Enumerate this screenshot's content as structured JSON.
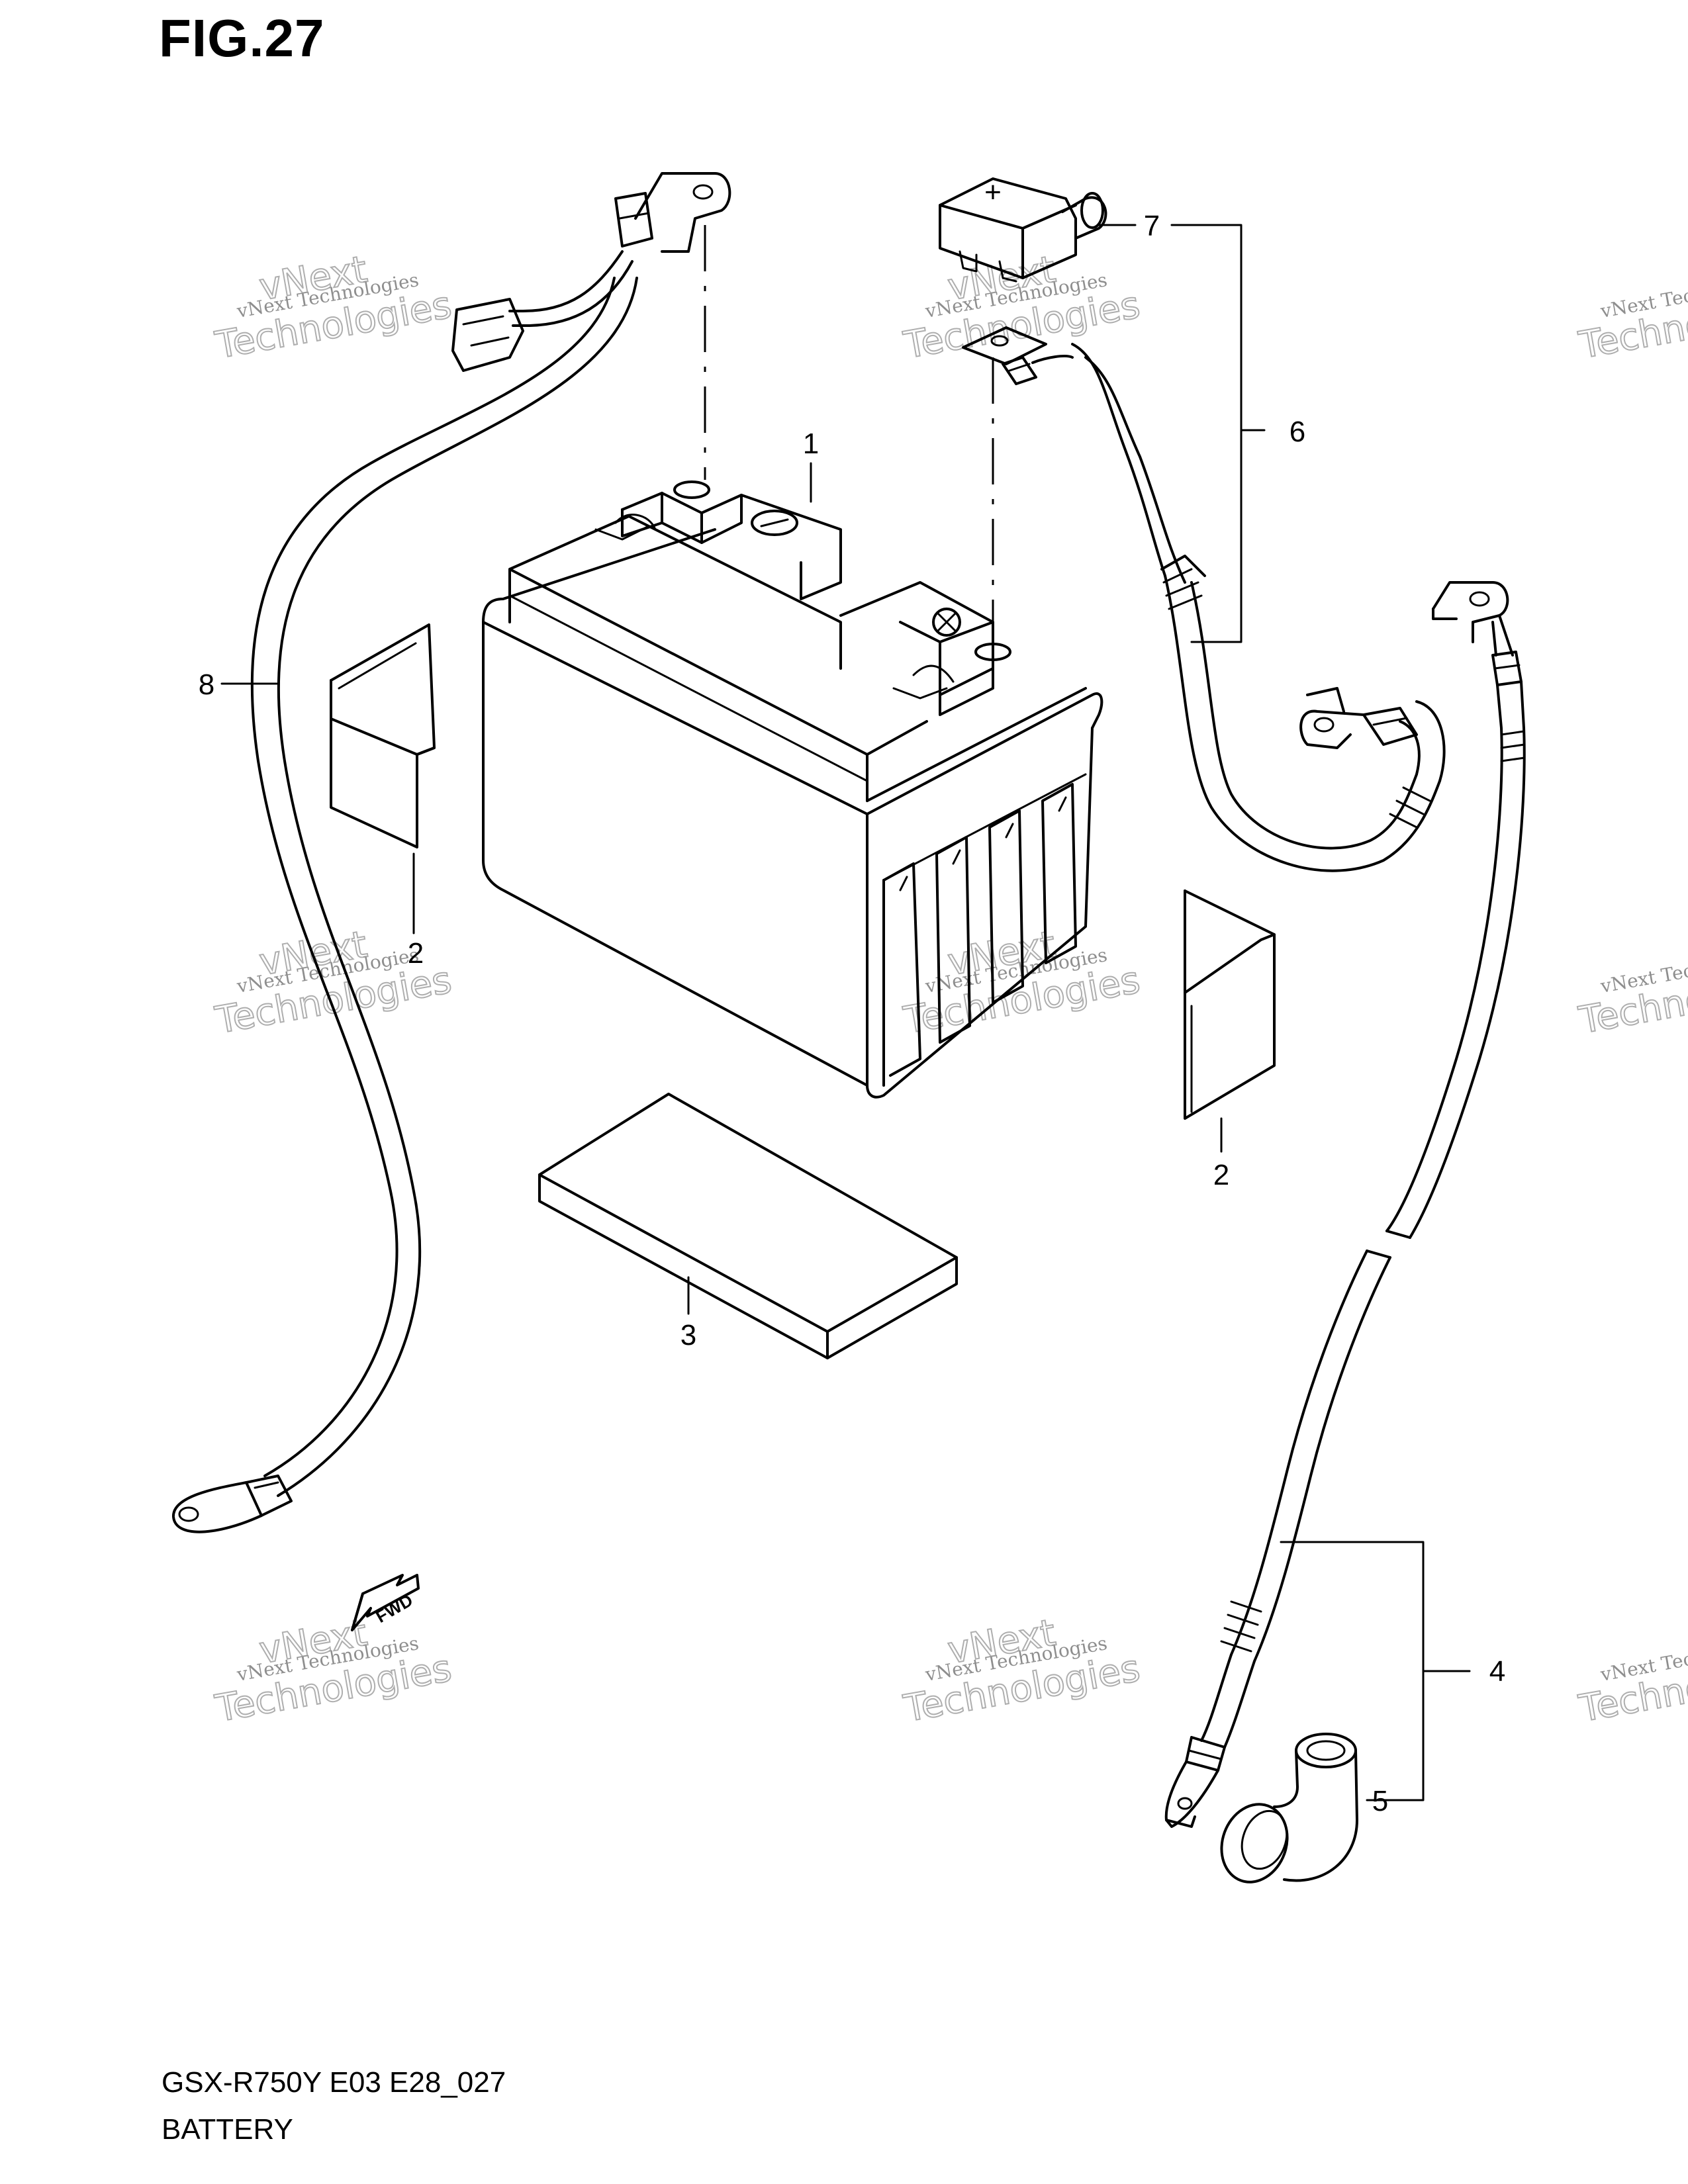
{
  "figure": {
    "title": "FIG.27",
    "code": "GSX-R750Y E03 E28_027",
    "name": "BATTERY"
  },
  "callouts": [
    {
      "id": "c1",
      "text": "1"
    },
    {
      "id": "c2a",
      "text": "2"
    },
    {
      "id": "c2b",
      "text": "2"
    },
    {
      "id": "c3",
      "text": "3"
    },
    {
      "id": "c4",
      "text": "4"
    },
    {
      "id": "c5",
      "text": "5"
    },
    {
      "id": "c6",
      "text": "6"
    },
    {
      "id": "c7",
      "text": "7"
    },
    {
      "id": "c8",
      "text": "8"
    }
  ],
  "symbols": {
    "positive_terminal": "+",
    "direction_arrow": "FWD"
  },
  "watermark": {
    "line1": "vNext Technologies",
    "line2": "vNext",
    "line3": "Technologies"
  }
}
